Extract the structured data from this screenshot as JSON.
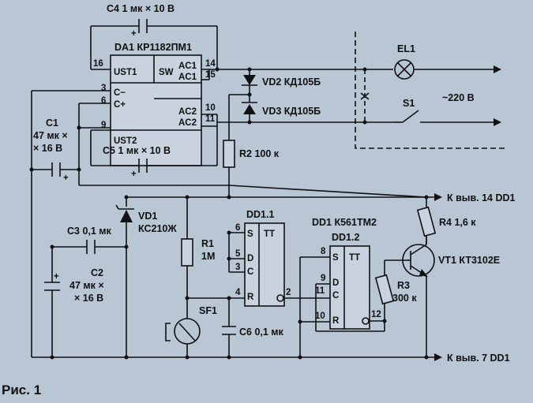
{
  "figure": {
    "caption": "Рис. 1"
  },
  "labels": {
    "c4": "C4 1 мк × 10 В",
    "c5": "C5 1 мк × 10 В",
    "da1": "DA1 КР1182ПМ1",
    "c1_a": "C1",
    "c1_b": "47 мк ×",
    "c1_c": "× 16 В",
    "vd2": "VD2 КД105Б",
    "vd3": "VD3 КД105Б",
    "r2": "R2 100 к",
    "el1": "EL1",
    "s1": "S1",
    "mains": "~220 В",
    "pwr14": "К выв. 14 DD1",
    "pwr7": "К выв. 7 DD1",
    "vd1_a": "VD1",
    "vd1_b": "КС210Ж",
    "c3": "C3 0,1 мк",
    "c2_a": "C2",
    "c2_b": "47 мк ×",
    "c2_c": "× 16 В",
    "r1_a": "R1",
    "r1_b": "1М",
    "sf1": "SF1",
    "c6": "C6 0,1 мк",
    "dd1_1": "DD1.1",
    "dd1": "DD1 К561ТМ2",
    "dd1_2": "DD1.2",
    "r4": "R4 1,6 к",
    "vt1": "VT1 КТ3102Е",
    "r3_a": "R3",
    "r3_b": "300 к",
    "plus": "+"
  },
  "da1_pins": {
    "ust1": "UST1",
    "sw": "SW",
    "ac1_a": "AC1",
    "ac1_b": "AC1",
    "cminus": "C−",
    "cplus": "C+",
    "ac2_a": "AC2",
    "ac2_b": "AC2",
    "ust2": "UST2",
    "n16": "16",
    "n14": "14",
    "n15": "15",
    "n3": "3",
    "n6": "6",
    "n10": "10",
    "n11": "11",
    "n9": "9"
  },
  "dd11_pins": {
    "s": "S",
    "tt": "TT",
    "d": "D",
    "c": "C",
    "r": "R",
    "n6": "6",
    "n5": "5",
    "n3": "3",
    "n4": "4",
    "n2": "2"
  },
  "dd12_pins": {
    "s": "S",
    "tt": "TT",
    "d": "D",
    "c": "C",
    "r": "R",
    "n8": "8",
    "n9": "9",
    "n11": "11",
    "n10": "10",
    "n12": "12"
  }
}
